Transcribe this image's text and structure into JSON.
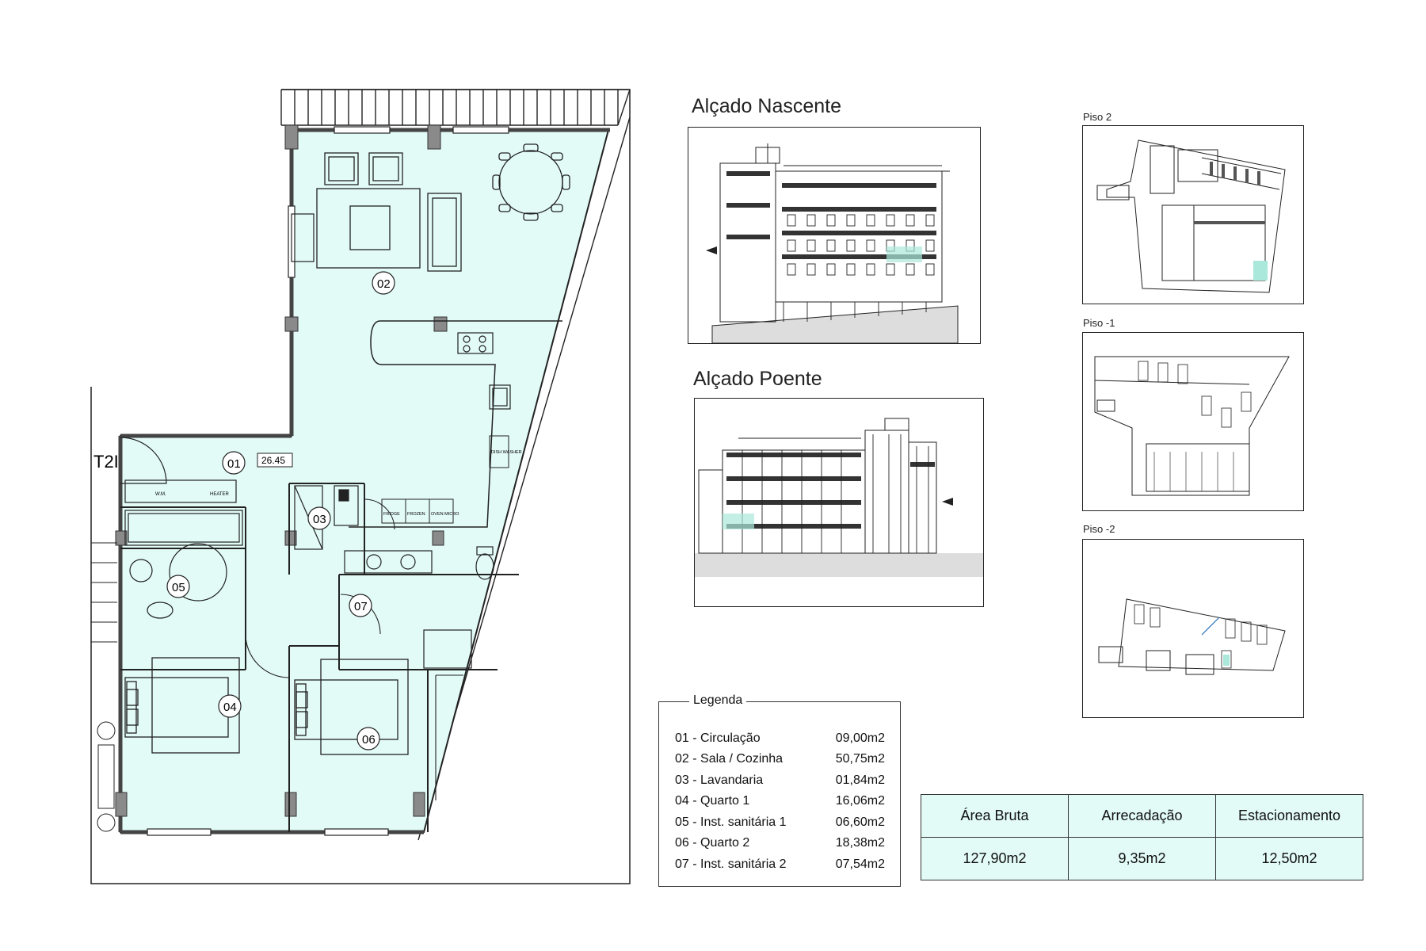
{
  "colors": {
    "floor": "#e2fbf7",
    "line": "#1a1a1a",
    "wall": "#8a8a8a",
    "accent": "#a9e8da"
  },
  "plan": {
    "unit_type": "T2I",
    "area_tag": "26.45",
    "room_numbers": [
      "01",
      "02",
      "03",
      "04",
      "05",
      "06",
      "07"
    ],
    "appliances": {
      "fridge": "FRIDGE",
      "freezer": "FROZEN",
      "oven": "OVEN MICRO",
      "dishwasher": "DISH WASHER",
      "washer": "W.M.",
      "heater": "HEATER"
    }
  },
  "elevations": [
    {
      "title": "Alçado Nascente"
    },
    {
      "title": "Alçado Poente"
    }
  ],
  "floors": [
    {
      "label": "Piso 2"
    },
    {
      "label": "Piso -1"
    },
    {
      "label": "Piso -2"
    }
  ],
  "legend": {
    "title": "Legenda",
    "items": [
      {
        "name": "01 - Circulação",
        "area": "09,00m2"
      },
      {
        "name": "02 - Sala / Cozinha",
        "area": "50,75m2"
      },
      {
        "name": "03 - Lavandaria",
        "area": "01,84m2"
      },
      {
        "name": "04 - Quarto 1",
        "area": "16,06m2"
      },
      {
        "name": "05 - Inst. sanitária 1",
        "area": "06,60m2"
      },
      {
        "name": "06 - Quarto 2",
        "area": "18,38m2"
      },
      {
        "name": "07 - Inst. sanitária 2",
        "area": "07,54m2"
      }
    ]
  },
  "summary": {
    "headers": [
      "Área Bruta",
      "Arrecadação",
      "Estacionamento"
    ],
    "values": [
      "127,90m2",
      "9,35m2",
      "12,50m2"
    ]
  }
}
